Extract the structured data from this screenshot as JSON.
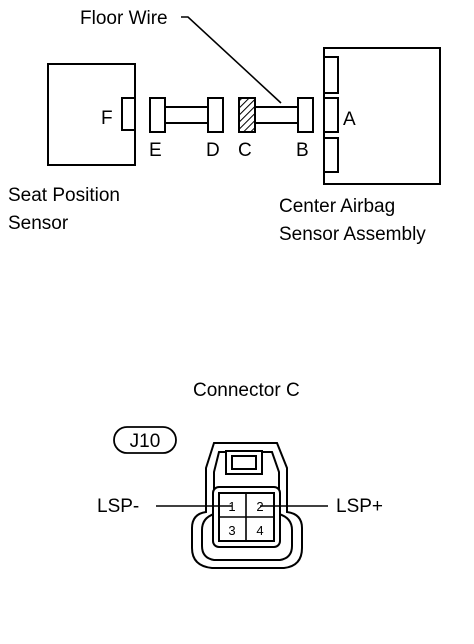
{
  "labels": {
    "floor_wire": "Floor Wire",
    "seat_sensor": [
      "Seat Position",
      "Sensor"
    ],
    "center_airbag": [
      "Center Airbag",
      "Sensor Assembly"
    ],
    "connector_title": "Connector C",
    "connector_id": "J10",
    "lsp_minus": "LSP-",
    "lsp_plus": "LSP+"
  },
  "terminals": {
    "F": "F",
    "E": "E",
    "D": "D",
    "C": "C",
    "B": "B",
    "A": "A"
  },
  "pins": [
    "1",
    "2",
    "3",
    "4"
  ]
}
